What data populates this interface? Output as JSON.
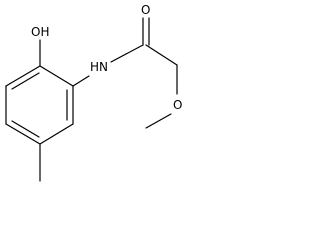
{
  "molecule": {
    "atom_labels": {
      "hydroxyl": "OH",
      "amide_nh": "HN",
      "carbonyl_o": "O",
      "ether_o": "O"
    },
    "colors": {
      "bond": "#000000",
      "label": "#000000",
      "background": "#ffffff"
    }
  }
}
